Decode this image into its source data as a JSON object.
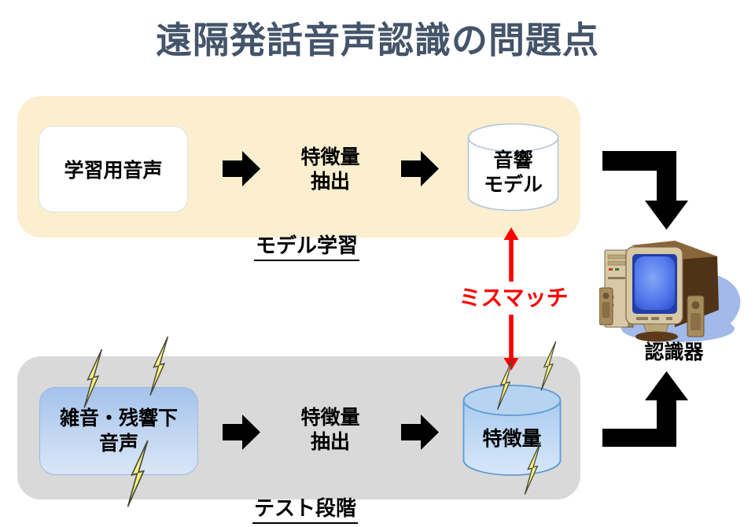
{
  "title": "遠隔発話音声認識の問題点",
  "training_stage": {
    "input_box": "学習用音声",
    "feature_extraction": "特徴量\n抽出",
    "acoustic_model": "音響\nモデル",
    "stage_label": "モデル学習"
  },
  "test_stage": {
    "input_box": "雑音・残響下\n音声",
    "feature_extraction": "特徴量\n抽出",
    "features_db": "特徴量",
    "stage_label": "テスト段階"
  },
  "mismatch": {
    "label": "ミスマッチ"
  },
  "recognizer": {
    "label": "認識器"
  },
  "colors": {
    "title_text": "#44546A",
    "training_panel": "#FCEFD0",
    "test_panel": "#D9D9D9",
    "noisy_box_gradient_top": "#A4C2EB",
    "noisy_box_gradient_bottom": "#D9E6F8",
    "cylinder_blue_stroke": "#5B9BD5",
    "cylinder_white_stroke": "#B3C6E0",
    "flow_arrow": "#000000",
    "mismatch_arrow": "#FF0000",
    "lightning_yellow": "#F5E73B"
  },
  "icons": {
    "arrow_right": "black block arrow",
    "elbow_arrow_down": "black elbow arrow right-then-down",
    "elbow_arrow_up": "black elbow arrow right-then-up",
    "mismatch_arrow": "red double-headed vertical arrow",
    "lightning": "yellow lightning bolt",
    "database_cylinder": "cylinder shape",
    "computer": "desktop PC clipart"
  }
}
